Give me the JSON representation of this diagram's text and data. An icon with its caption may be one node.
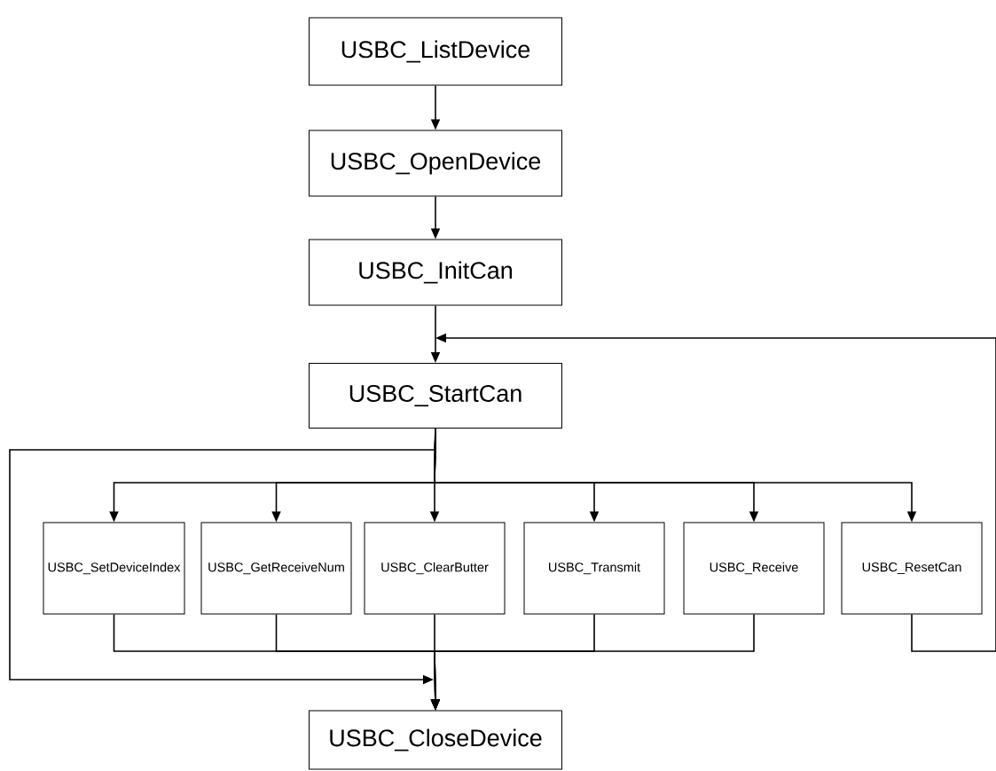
{
  "diagram": {
    "nodes": [
      {
        "text": [
          "USBC_ListDevice"
        ]
      },
      {
        "text": [
          "USBC_OpenDevice"
        ]
      },
      {
        "text": [
          "USBC_InitCan"
        ]
      },
      {
        "text": [
          "USBC_StartCan"
        ]
      },
      {
        "text": [
          "USBC_SetDeviceIndex"
        ]
      },
      {
        "text": [
          "USBC_GetReceiveNum"
        ]
      },
      {
        "text": [
          "USBC_ClearButter"
        ]
      },
      {
        "text": [
          "USBC_Transmit"
        ]
      },
      {
        "text": [
          "USBC_Receive"
        ]
      },
      {
        "text": [
          "USBC_ResetCan"
        ]
      },
      {
        "text": [
          "USBC_CloseDevice"
        ]
      }
    ],
    "edges": [
      {
        "from": 0,
        "to": 1,
        "arrow": "to"
      },
      {
        "from": 1,
        "to": 2,
        "arrow": "to"
      },
      {
        "from": 2,
        "to": 3,
        "arrow": "to"
      },
      {
        "from": 3,
        "to": 4,
        "arrow": "to"
      },
      {
        "from": 3,
        "to": 5,
        "arrow": "to"
      },
      {
        "from": 3,
        "to": 6,
        "arrow": "to"
      },
      {
        "from": 3,
        "to": 7,
        "arrow": "to"
      },
      {
        "from": 3,
        "to": 8,
        "arrow": "to"
      },
      {
        "from": 3,
        "to": 9,
        "arrow": "to"
      },
      {
        "from": 4,
        "to": 10,
        "arrow": "to"
      },
      {
        "from": 5,
        "to": 10,
        "arrow": "to"
      },
      {
        "from": 6,
        "to": 10,
        "arrow": "to"
      },
      {
        "from": 7,
        "to": 10,
        "arrow": "to"
      },
      {
        "from": 8,
        "to": 10,
        "arrow": "to"
      },
      {
        "from": 9,
        "to": 3,
        "arrow": "to"
      },
      {
        "from": 3,
        "to": 10,
        "arrow": "to"
      }
    ]
  }
}
